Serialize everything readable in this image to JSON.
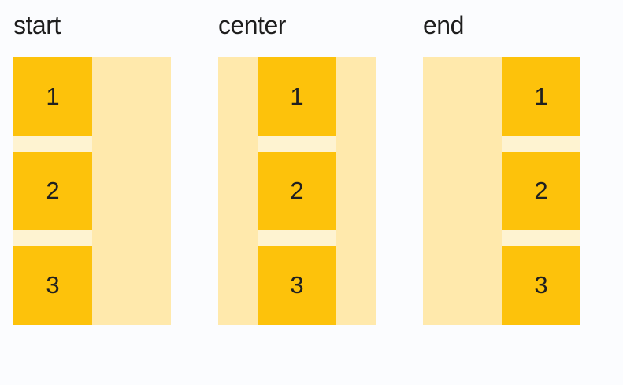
{
  "demo": {
    "groups": [
      {
        "label": "start",
        "alignment": "start",
        "items": [
          "1",
          "2",
          "3"
        ]
      },
      {
        "label": "center",
        "alignment": "center",
        "items": [
          "1",
          "2",
          "3"
        ]
      },
      {
        "label": "end",
        "alignment": "end",
        "items": [
          "1",
          "2",
          "3"
        ]
      }
    ]
  },
  "colors": {
    "page-bg": "#FBFCFE",
    "container-bg": "#FFE9AC",
    "track-bg": "#FEF3D1",
    "item-bg": "#FDC20B",
    "label-text": "#1E1E1E",
    "item-text": "#202020"
  }
}
